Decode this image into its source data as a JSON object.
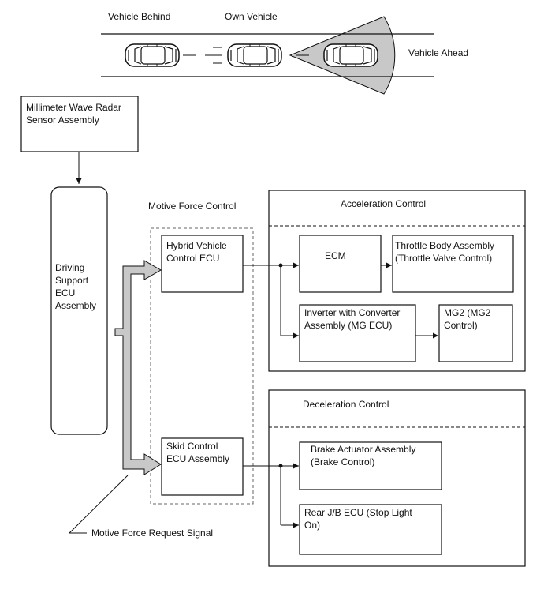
{
  "road": {
    "vehicle_behind_label": "Vehicle Behind",
    "own_vehicle_label": "Own Vehicle",
    "vehicle_ahead_label": "Vehicle Ahead"
  },
  "radar_sensor": {
    "line1": "Millimeter Wave Radar",
    "line2": "Sensor Assembly"
  },
  "driving_support_ecu": {
    "line1": "Driving",
    "line2": "Support",
    "line3": "ECU",
    "line4": "Assembly"
  },
  "motive_force_control": {
    "title": "Motive Force Control",
    "hybrid_ecu": {
      "line1": "Hybrid Vehicle",
      "line2": "Control ECU"
    },
    "skid_ecu": {
      "line1": "Skid Control",
      "line2": "ECU Assembly"
    }
  },
  "acceleration_control": {
    "title": "Acceleration Control",
    "ecm": "ECM",
    "throttle": {
      "line1": "Throttle Body Assembly",
      "line2": "(Throttle Valve Control)"
    },
    "inverter": {
      "line1": "Inverter with Converter",
      "line2": "Assembly (MG ECU)"
    },
    "mg2": {
      "line1": "MG2 (MG2",
      "line2": "Control)"
    }
  },
  "deceleration_control": {
    "title": "Deceleration Control",
    "brake_actuator": {
      "line1": "Brake Actuator Assembly",
      "line2": "(Brake Control)"
    },
    "rear_jb": {
      "line1": "Rear J/B ECU (Stop Light",
      "line2": "On)"
    }
  },
  "signal_label": "Motive Force Request Signal",
  "colors": {
    "line": "#111111",
    "radar_cone": "#c8c8c8",
    "arrow_fill": "#c8c8c8"
  }
}
